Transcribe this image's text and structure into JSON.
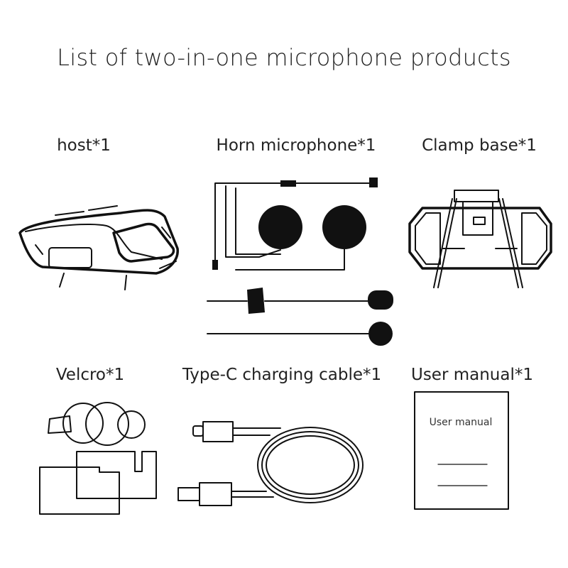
{
  "title": "List of two-in-one microphone products",
  "items": [
    {
      "label": "host*1",
      "icon": "host-device-icon"
    },
    {
      "label": "Horn microphone*1",
      "icon": "horn-microphone-icon"
    },
    {
      "label": "Clamp base*1",
      "icon": "clamp-base-icon"
    },
    {
      "label": "Velcro*1",
      "icon": "velcro-icon"
    },
    {
      "label": "Type-C charging cable*1",
      "icon": "type-c-cable-icon"
    },
    {
      "label": "User manual*1",
      "icon": "user-manual-icon"
    }
  ],
  "manual_cover_text": "User manual"
}
